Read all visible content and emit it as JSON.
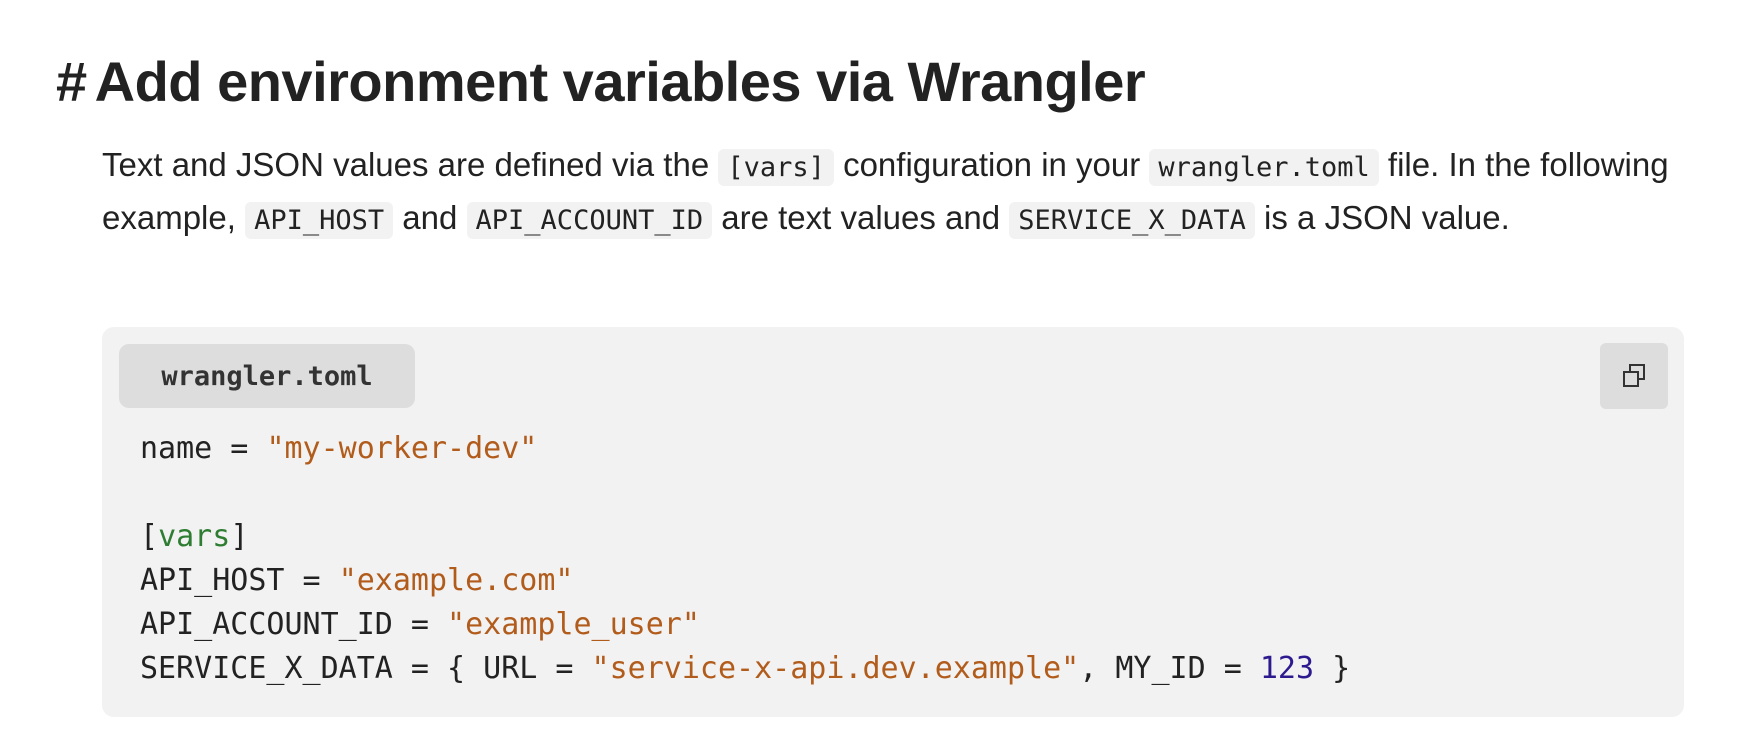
{
  "heading": {
    "anchor": "#",
    "title": "Add environment variables via Wrangler"
  },
  "intro": {
    "text_1": "Text and JSON values are defined via the ",
    "code_1": "[vars]",
    "text_2": " configuration in your ",
    "code_2": "wrangler.toml",
    "text_3": " file. In the following example, ",
    "code_3": "API_HOST",
    "text_4": " and ",
    "code_4": "API_ACCOUNT_ID",
    "text_5": " are text values and ",
    "code_5": "SERVICE_X_DATA",
    "text_6": " is a JSON value."
  },
  "code_panel": {
    "filename": "wrangler.toml",
    "copy_icon": "copy-icon",
    "lines": [
      {
        "key": "name = ",
        "value": "\"my-worker-dev\""
      },
      {
        "blank": ""
      },
      {
        "open": "[",
        "section": "vars",
        "close": "]"
      },
      {
        "key": "API_HOST = ",
        "value": "\"example.com\""
      },
      {
        "key": "API_ACCOUNT_ID = ",
        "value": "\"example_user\""
      },
      {
        "key": "SERVICE_X_DATA = { URL = ",
        "value": "\"service-x-api.dev.example\"",
        "mid": ", MY_ID = ",
        "number": "123",
        "end": " }"
      }
    ]
  },
  "colors": {
    "string": "#b25c1c",
    "section": "#2e7d32",
    "number": "#2c1a8e",
    "panel_bg": "#f2f2f2",
    "tab_bg": "#dddddd"
  }
}
